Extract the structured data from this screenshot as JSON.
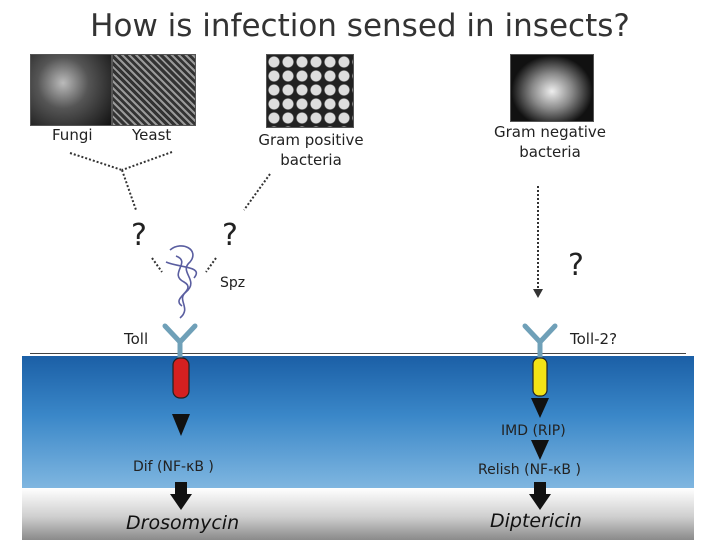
{
  "title": "How is infection sensed in insects?",
  "pathogens": {
    "fungi": "Fungi",
    "yeast": "Yeast",
    "gram_positive": "Gram positive bacteria",
    "gram_negative": "Gram negative bacteria"
  },
  "toll_pathway": {
    "q_left": "?",
    "q_right": "?",
    "ligand": "Spz",
    "receptor": "Toll",
    "transcription_factor": "Dif (NF-κB )",
    "output": "Drosomycin",
    "receptor_color": "#d42020"
  },
  "imd_pathway": {
    "q": "?",
    "receptor": "Toll-2?",
    "adaptor": "IMD (RIP)",
    "transcription_factor": "Relish (NF-κB )",
    "output": "Diptericin",
    "receptor_color": "#f2e316"
  }
}
